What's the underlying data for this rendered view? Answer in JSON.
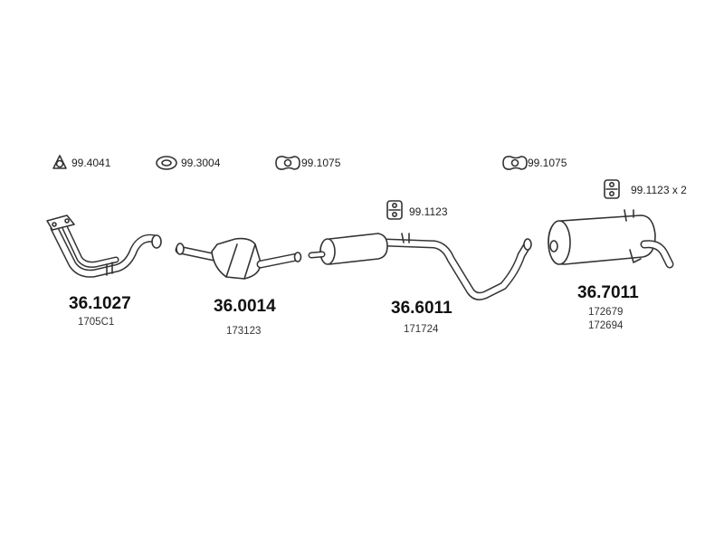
{
  "fittings": [
    {
      "code": "99.4041",
      "icon": "ring-seal-icon"
    },
    {
      "code": "99.3004",
      "icon": "gasket-icon"
    },
    {
      "code": "99.1075",
      "icon": "clamp-icon"
    },
    {
      "code": "99.1075",
      "icon": "clamp-icon"
    },
    {
      "code": "99.1123",
      "icon": "rubber-hanger-icon"
    },
    {
      "code": "99.1123 x 2",
      "icon": "rubber-hanger-icon"
    }
  ],
  "components": [
    {
      "part_number": "36.1027",
      "oem_numbers": [
        "1705C1"
      ],
      "icon": "front-pipe-icon"
    },
    {
      "part_number": "36.0014",
      "oem_numbers": [
        "173123"
      ],
      "icon": "catalytic-converter-icon"
    },
    {
      "part_number": "36.6011",
      "oem_numbers": [
        "171724"
      ],
      "icon": "middle-silencer-icon"
    },
    {
      "part_number": "36.7011",
      "oem_numbers": [
        "172679",
        "172694"
      ],
      "icon": "rear-silencer-icon"
    }
  ]
}
